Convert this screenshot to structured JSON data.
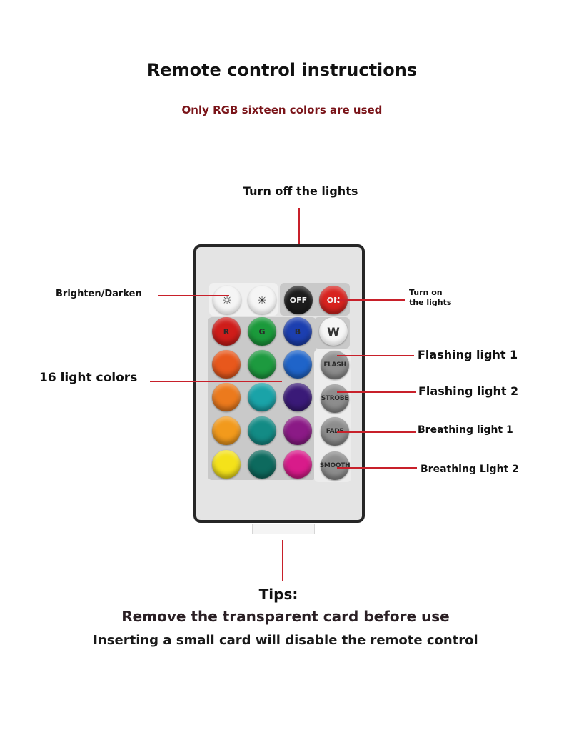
{
  "header": {
    "title": "Remote control instructions",
    "subtitle": "Only RGB sixteen colors are used"
  },
  "callouts": {
    "turn_off": "Turn off the lights",
    "brighten_darken": "Brighten/Darken",
    "turn_on_line1": "Turn on",
    "turn_on_line2": "the lights",
    "light_colors": "16 light colors",
    "flashing_1": "Flashing light 1",
    "flashing_2": "Flashing light 2",
    "breathing_1": "Breathing light 1",
    "breathing_2": "Breathing Light 2"
  },
  "remote": {
    "top_row": [
      "brightness-up-icon",
      "brightness-down-icon",
      "OFF",
      "ON"
    ],
    "rgbw_row": [
      "R",
      "G",
      "B",
      "W"
    ],
    "mode_buttons": [
      "FLASH",
      "STROBE",
      "FADE",
      "SMOOTH"
    ],
    "colors": {
      "off": "#1c1c1c",
      "on": "#d8231f",
      "red": "#cf1d1a",
      "green": "#1b9a3b",
      "blue": "#1c3fb0",
      "white": "#f5f5f5",
      "grid": [
        [
          "#e8581c",
          "#1d9a3f",
          "#1f64c9"
        ],
        [
          "#ec7a1d",
          "#1aa3a8",
          "#3a1a78"
        ],
        [
          "#f29a1c",
          "#138b85",
          "#8b1a86"
        ],
        [
          "#f4e21a",
          "#0d6a5e",
          "#d81b8a"
        ]
      ]
    }
  },
  "tips": {
    "heading": "Tips:",
    "line1": "Remove the transparent card before use",
    "line2": "Inserting a small card will disable the remote control"
  }
}
